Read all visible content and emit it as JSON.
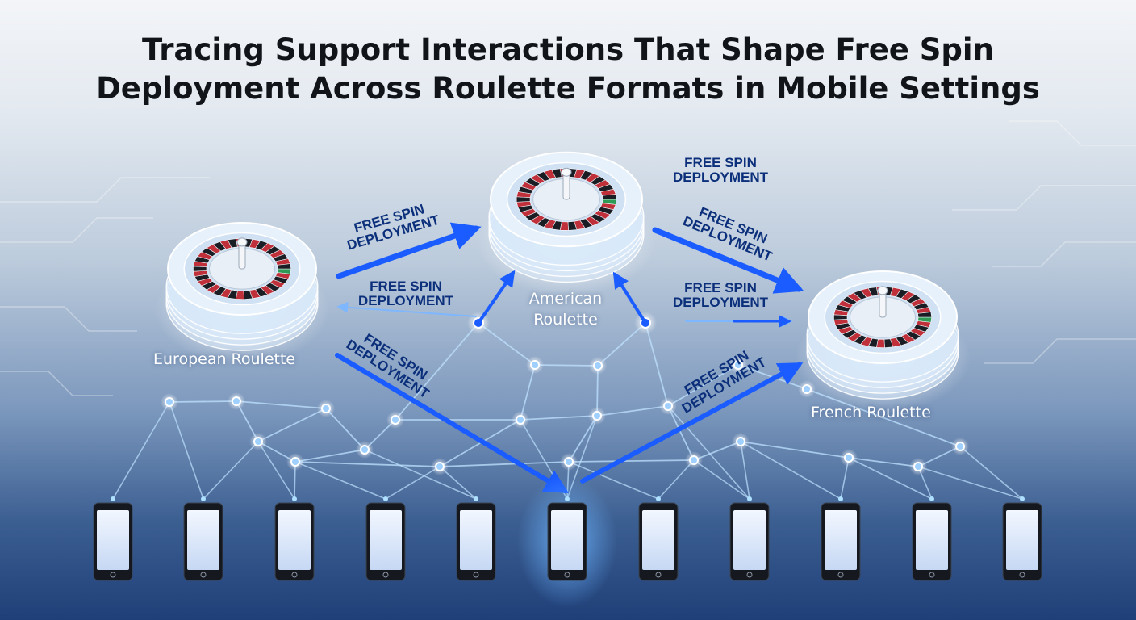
{
  "title": {
    "line1": "Tracing Support Interactions That Shape Free Spin",
    "line2": "Deployment Across Roulette Formats in Mobile Settings"
  },
  "nodes": {
    "european": "European Roulette",
    "american": "American Roulette",
    "french": "French Roulette"
  },
  "edge_label": {
    "line1": "FREE SPIN",
    "line2": "DEPLOYMENT"
  },
  "devices": {
    "count": 11,
    "highlighted_index": 5
  },
  "colors": {
    "arrow": "#1a5cff",
    "label": "#0b2f7a",
    "network": "#bfe2ff",
    "wheel_red": "#c0303a",
    "wheel_black": "#1a1d24"
  }
}
